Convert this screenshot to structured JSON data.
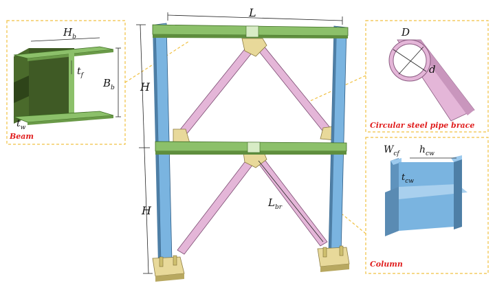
{
  "labels": {
    "span": "L",
    "story_height_top": "H",
    "story_height_bottom": "H",
    "brace_length_main": "L",
    "brace_length_sub": "br",
    "beam_width_main": "H",
    "beam_width_sub": "b",
    "beam_height_main": "B",
    "beam_height_sub": "b",
    "beam_flange_main": "t",
    "beam_flange_sub": "f",
    "beam_web_main": "t",
    "beam_web_sub": "w",
    "pipe_outer": "D",
    "pipe_inner": "d",
    "col_flange_main": "W",
    "col_flange_sub": "cf",
    "col_depth_main": "h",
    "col_depth_sub": "cw",
    "col_web_main": "t",
    "col_web_sub": "cw"
  },
  "captions": {
    "beam": "Beam",
    "brace": "Circular steel pipe brace",
    "column": "Column"
  },
  "colors": {
    "column": "#7ab4e0",
    "beam": "#8cc06a",
    "brace": "#e4b6d8",
    "plate": "#e8d99a",
    "callout_border": "#f0c040",
    "caption": "#e01e1e"
  }
}
